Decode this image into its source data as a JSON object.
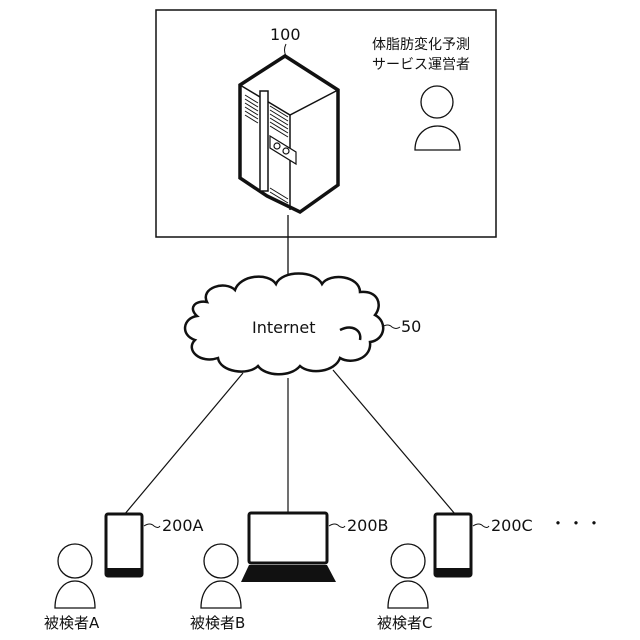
{
  "server": {
    "ref": "100",
    "operator_line1": "体脂肪変化予測",
    "operator_line2": "サービス運営者",
    "icon": "server-icon"
  },
  "network": {
    "label": "Internet",
    "ref": "50",
    "icon": "cloud-icon"
  },
  "devices": [
    {
      "ref": "200A",
      "type": "smartphone",
      "user": "被検者A"
    },
    {
      "ref": "200B",
      "type": "laptop",
      "user": "被検者B"
    },
    {
      "ref": "200C",
      "type": "smartphone",
      "user": "被検者C"
    }
  ],
  "ellipsis": "・・・",
  "colors": {
    "stroke": "#111111",
    "background": "#ffffff"
  }
}
